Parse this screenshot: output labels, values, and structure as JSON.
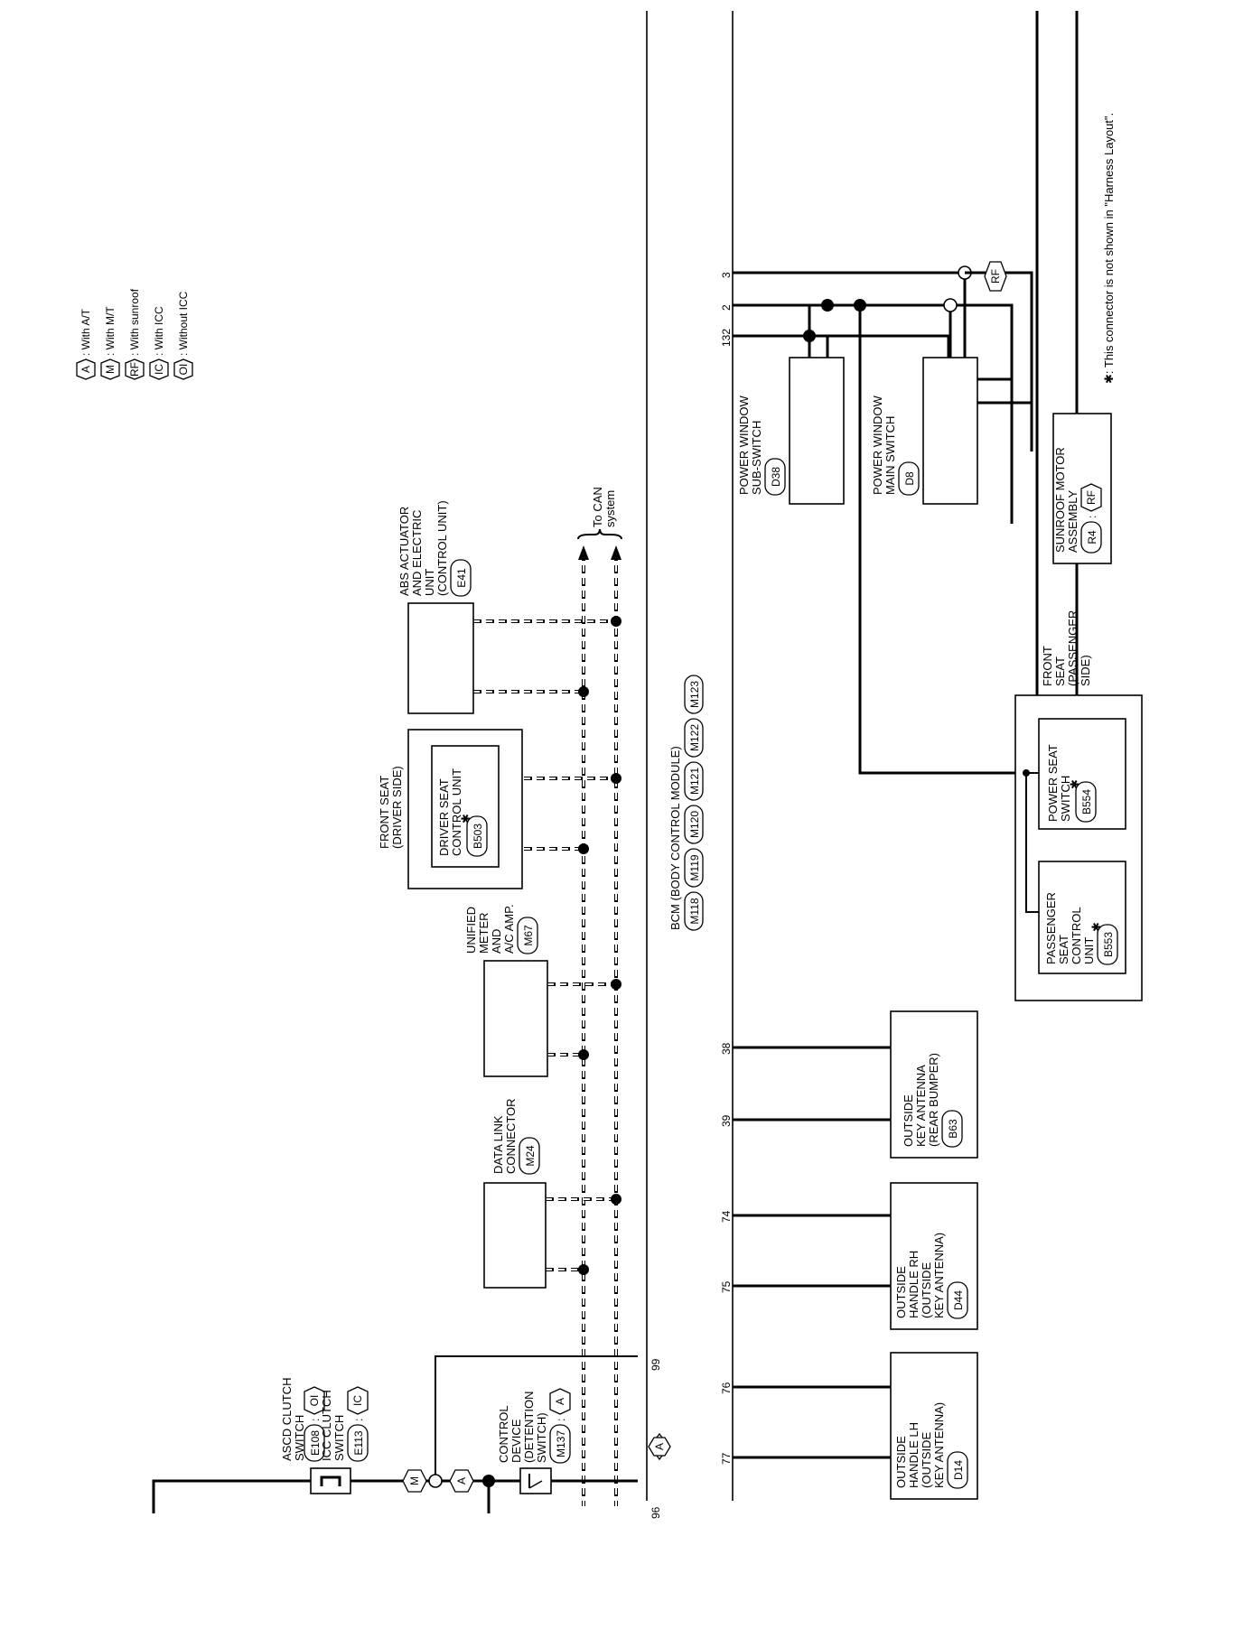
{
  "legend": [
    {
      "code": "A",
      "text": ": With A/T"
    },
    {
      "code": "M",
      "text": ": With M/T"
    },
    {
      "code": "RF",
      "text": ": With sunroof"
    },
    {
      "code": "IC",
      "text": ": With ICC"
    },
    {
      "code": "OI",
      "text": ": Without ICC"
    }
  ],
  "footnote": "✱: This connector is not shown in \"Harness Layout\".",
  "bcm": {
    "label": "BCM (BODY CONTROL MODULE)",
    "connectors": [
      "M118",
      "M119",
      "M120",
      "M121",
      "M122",
      "M123"
    ]
  },
  "can_label": [
    "To CAN",
    "system"
  ],
  "pins": {
    "p96": "96",
    "p99": "99",
    "p132": "132",
    "p2": "2",
    "p3": "3",
    "p38": "38",
    "p39": "39",
    "p74": "74",
    "p75": "75",
    "p76": "76",
    "p77": "77"
  },
  "ascd": {
    "lines": [
      "ASCD CLUTCH",
      "SWITCH"
    ],
    "conn": "E108",
    "icc_lines": [
      "ICC CLUTCH",
      "SWITCH"
    ],
    "icc_conn": "E113",
    "cond1": "OI",
    "cond2": "IC"
  },
  "control_device": {
    "lines": [
      "CONTROL",
      "DEVICE",
      "(DETENTION",
      "SWITCH)"
    ],
    "conn": "M137",
    "cond": "A"
  },
  "wire_conditions": {
    "c_m": "M",
    "c_a": "A",
    "pin96": "A",
    "rf": "RF"
  },
  "data_link": {
    "lines": [
      "DATA LINK",
      "CONNECTOR"
    ],
    "conn": "M24"
  },
  "meter": {
    "lines": [
      "UNIFIED",
      "METER",
      "AND",
      "A/C AMP."
    ],
    "conn": "M67"
  },
  "front_seat_driver": {
    "lines": [
      "FRONT SEAT",
      "(DRIVER SIDE)"
    ],
    "inner": [
      "DRIVER SEAT",
      "CONTROL UNIT"
    ],
    "conn": "B503",
    "star": "✱"
  },
  "abs": {
    "lines": [
      "ABS ACTUATOR",
      "AND ELECTRIC",
      "UNIT",
      "(CONTROL UNIT)"
    ],
    "conn": "E41"
  },
  "pw_sub": {
    "lines": [
      "POWER WINDOW",
      "SUB-SWITCH"
    ],
    "conn": "D38"
  },
  "pw_main": {
    "lines": [
      "POWER WINDOW",
      "MAIN SWITCH"
    ],
    "conn": "D8"
  },
  "sunroof": {
    "lines": [
      "SUNROOF MOTOR",
      "ASSEMBLY"
    ],
    "conn": "R4",
    "cond": "RF"
  },
  "front_seat_pass": {
    "lines": [
      "FRONT",
      "SEAT",
      "(PASSENGER",
      "SIDE)"
    ],
    "power_seat": [
      "POWER SEAT",
      "SWITCH"
    ],
    "power_seat_conn": "B554",
    "pass_unit": [
      "PASSENGER",
      "SEAT",
      "CONTROL",
      "UNIT"
    ],
    "pass_conn": "B553",
    "star": "✱"
  },
  "antenna_rear": {
    "lines": [
      "OUTSIDE",
      "KEY ANTENNA",
      "(REAR BUMPER)"
    ],
    "conn": "B63"
  },
  "handle_rh": {
    "lines": [
      "OUTSIDE",
      "HANDLE RH",
      "(OUTSIDE",
      "KEY ANTENNA)"
    ],
    "conn": "D44"
  },
  "handle_lh": {
    "lines": [
      "OUTSIDE",
      "HANDLE LH",
      "(OUTSIDE",
      "KEY ANTENNA)"
    ],
    "conn": "D14"
  }
}
